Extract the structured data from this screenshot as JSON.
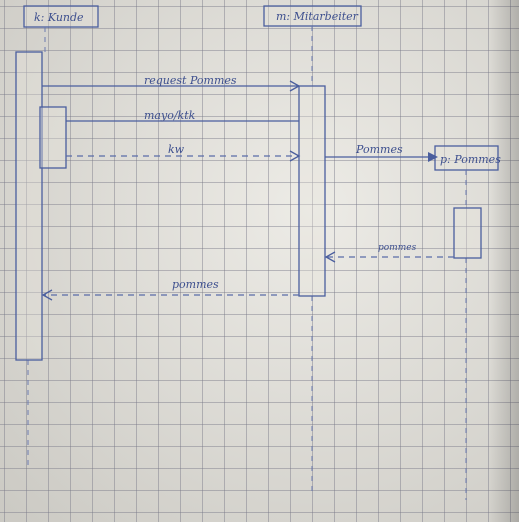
{
  "lifelines": {
    "kunde": "k: Kunde",
    "mitarbeiter": "m: Mitarbeiter",
    "pommes": "p: Pommes"
  },
  "messages": {
    "request": "request Pommes",
    "mayo": "mayo/ktk",
    "kw": "kw",
    "pommes_create": "Pommes",
    "pommes_return_p": "pommes",
    "pommes_return_k": "pommes"
  },
  "colors": {
    "ink": "#4a5e9e",
    "paper": "#e7e5de",
    "grid": "#787887"
  }
}
